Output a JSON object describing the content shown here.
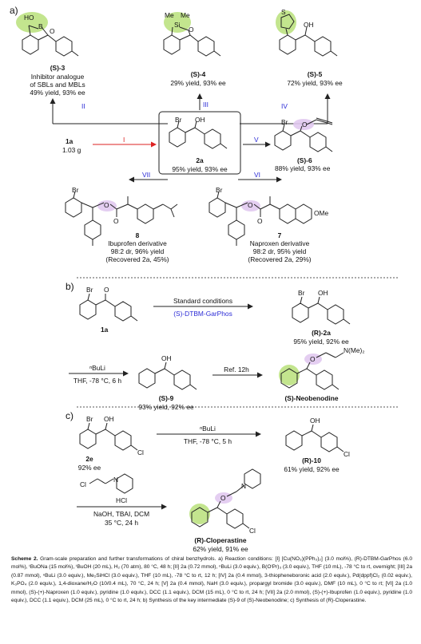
{
  "sections": {
    "a": "a)",
    "b": "b)",
    "c": "c)"
  },
  "a": {
    "c3": {
      "id": "(S)-3",
      "desc1": "Inhibitor analogue",
      "desc2": "of SBLs and MBLs",
      "yield": "49% yield, 93% ee",
      "atoms": [
        "HO",
        "B",
        "O"
      ]
    },
    "c4": {
      "id": "(S)-4",
      "yield": "29% yield, 93% ee",
      "atoms": [
        "Me",
        "Me",
        "Si",
        "O"
      ]
    },
    "c5": {
      "id": "(S)-5",
      "yield": "72% yield, 93% ee",
      "atoms": [
        "S",
        "OH"
      ]
    },
    "arrows": {
      "I": "I",
      "II": "II",
      "III": "III",
      "IV": "IV",
      "V": "V",
      "VI": "VI",
      "VII": "VII"
    },
    "start": {
      "id": "1a",
      "mass": "1.03 g"
    },
    "center": {
      "id": "2a",
      "yield": "95% yield, 93% ee",
      "atoms": [
        "Br",
        "OH"
      ]
    },
    "c6": {
      "id": "(S)-6",
      "yield": "88% yield, 93% ee",
      "atoms": [
        "Br",
        "O"
      ]
    },
    "c8": {
      "id": "8",
      "name": "Ibuprofen derivative",
      "dr": "98:2 dr, 96% yield",
      "recovered": "(Recovered 2a, 45%)",
      "atoms": [
        "Br",
        "O",
        "O"
      ]
    },
    "c7": {
      "id": "7",
      "name": "Naproxen derivative",
      "dr": "98:2 dr, 95% yield",
      "recovered": "(Recovered 2a, 29%)",
      "atoms": [
        "Br",
        "O",
        "O",
        "OMe"
      ]
    }
  },
  "b": {
    "start": {
      "id": "1a",
      "atoms": [
        "Br",
        "O"
      ]
    },
    "cond1": "Standard conditions",
    "cond2": "(S)-DTBM-GarPhos",
    "prod": {
      "id": "(R)-2a",
      "yield": "95% yield, 92% ee",
      "atoms": [
        "Br",
        "OH"
      ]
    },
    "buli": "ⁿBuLi",
    "buli_cond": "THF, -78 °C, 6 h",
    "s9": {
      "id": "(S)-9",
      "yield": "93% yield, 92% ee",
      "atoms": [
        "OH"
      ]
    },
    "ref": "Ref. 12h",
    "neo": {
      "id": "(S)-Neobenodine",
      "atoms": [
        "O",
        "N(Me)₂"
      ]
    }
  },
  "c": {
    "start": {
      "id": "2e",
      "ee": "92% ee",
      "atoms": [
        "Br",
        "OH",
        "Cl"
      ]
    },
    "buli": "ⁿBuLi",
    "buli_cond": "THF, -78 °C, 5 h",
    "r10": {
      "id": "(R)-10",
      "yield": "61% yield, 92% ee",
      "atoms": [
        "OH",
        "Cl"
      ]
    },
    "reagent": {
      "atoms": [
        "Cl",
        "N"
      ],
      "hcl": "HCl"
    },
    "cond1": "NaOH, TBAI, DCM",
    "cond2": "35 °C, 24 h",
    "clop": {
      "id": "(R)-Cloperastine",
      "yield": "62% yield, 91% ee",
      "atoms": [
        "O",
        "N",
        "Cl"
      ]
    }
  },
  "caption": {
    "label": "Scheme 2.",
    "text": "Gram-scale preparation and further transformations of chiral benzhydrols. a) Reaction conditions: [I] [Cu(NO₃)(PPh₃)₂] (3.0 mol%), (R)-DTBM-GarPhos (6.0 mol%), ᵗBuONa (15 mol%), ᵗBuOH (20 mL), H₂ (70 atm), 80 °C, 48 h; [II] 2a (0.72 mmol), ⁿBuLi (3.0 equiv.), B(OⁱPr)₃ (3.0 equiv.), THF (10 mL), -78 °C to rt, overnight; [III] 2a (0.87 mmol), ⁿBuLi (3.0 equiv.), Me₂SiHCl (3.0 equiv.), THF (10 mL), -78 °C to rt, 12 h; [IV] 2a (0.4 mmol), 3-thiopheneboronic acid (2.0 equiv.), Pd(dppf)Cl₂ (0.02 equiv.), K₃PO₄ (2.0 equiv.), 1,4-dioxane/H₂O (10/0.4 mL), 70 °C, 24 h; [V] 2a (0.4 mmol), NaH (3.0 equiv.), propargyl bromide (3.0 equiv.), DMF (10 mL), 0 °C to rt; [VI] 2a (1.0 mmol), (S)-(+)-Naproxen (1.0 equiv.), pyridine (1.0 equiv.), DCC (1.1 equiv.), DCM (15 mL), 0 °C to rt, 24 h; [VII] 2a (2.0 mmol), (S)-(+)-Ibuprofen (1.0 equiv.), pyridine (1.0 equiv.), DCC (1.1 equiv.), DCM (25 mL), 0 °C to rt, 24 h; b) Synthesis of the key intermediate (S)-9 of (S)-Neobenodine; c) Synthesis of (R)-Cloperastine."
  }
}
